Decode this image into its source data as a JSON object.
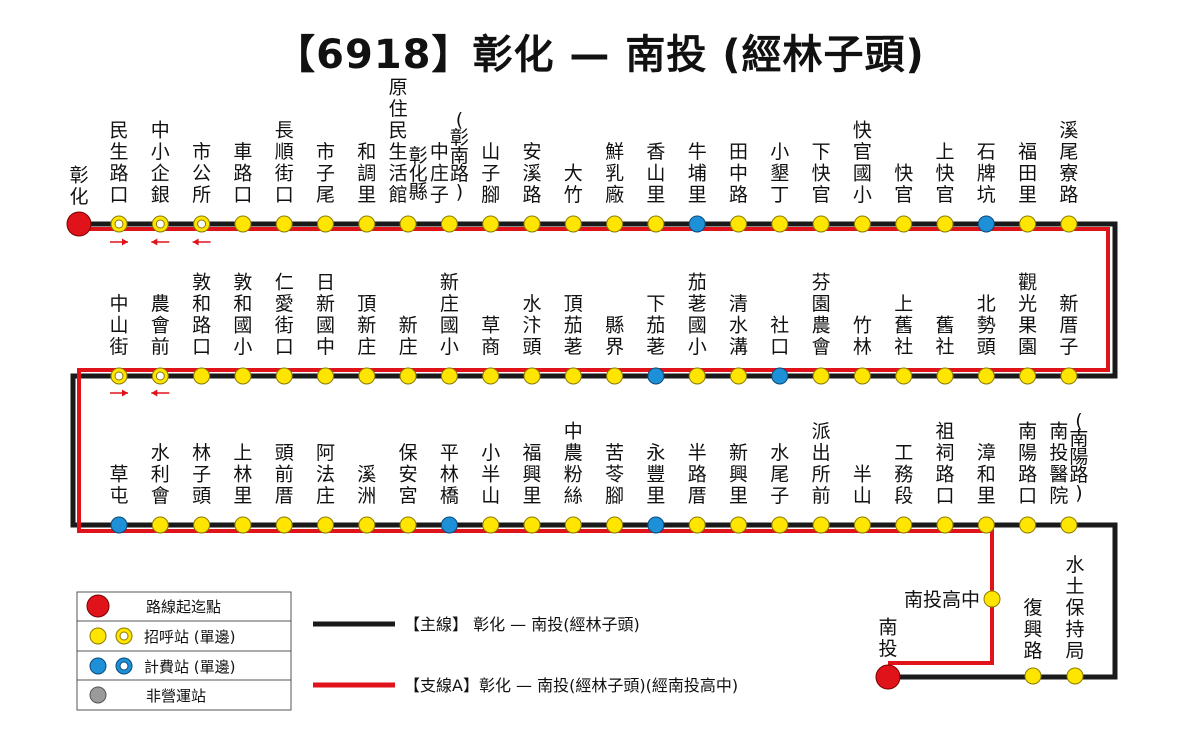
{
  "title": "【6918】彰化 — 南投 (經林子頭)",
  "colors": {
    "main_line": "#1a1a1a",
    "branch_line": "#e0131b",
    "terminal": "#e0131b",
    "flag_stop": "#ffe500",
    "fare_stop": "#1e90d8",
    "non_operating": "#9a9a9a",
    "arrow": "#e0131b"
  },
  "rows": [
    {
      "stops": [
        {
          "name": "民生路口",
          "type": "flag-ring"
        },
        {
          "name": "中小企銀",
          "type": "flag-ring"
        },
        {
          "name": "市公所",
          "type": "flag-ring"
        },
        {
          "name": "車路口",
          "type": "flag"
        },
        {
          "name": "長順街口",
          "type": "flag"
        },
        {
          "name": "市子尾",
          "type": "flag"
        },
        {
          "name": "和調里",
          "type": "flag"
        },
        {
          "name": "原住民生活館",
          "type": "flag",
          "sub": "彰化縣"
        },
        {
          "name": "中庄子",
          "type": "flag",
          "sub": "(彰南路)"
        },
        {
          "name": "山子腳",
          "type": "flag"
        },
        {
          "name": "安溪路",
          "type": "flag"
        },
        {
          "name": "大竹",
          "type": "flag"
        },
        {
          "name": "鮮乳廠",
          "type": "flag"
        },
        {
          "name": "香山里",
          "type": "flag"
        },
        {
          "name": "牛埔里",
          "type": "fare"
        },
        {
          "name": "田中路",
          "type": "flag"
        },
        {
          "name": "小墾丁",
          "type": "flag"
        },
        {
          "name": "下快官",
          "type": "flag"
        },
        {
          "name": "快官國小",
          "type": "flag"
        },
        {
          "name": "快官",
          "type": "flag"
        },
        {
          "name": "上快官",
          "type": "flag"
        },
        {
          "name": "石牌坑",
          "type": "fare"
        },
        {
          "name": "福田里",
          "type": "flag"
        },
        {
          "name": "溪尾寮路",
          "type": "flag"
        }
      ]
    },
    {
      "stops": [
        {
          "name": "中山街",
          "type": "flag-ring"
        },
        {
          "name": "農會前",
          "type": "flag-ring"
        },
        {
          "name": "敦和路口",
          "type": "flag"
        },
        {
          "name": "敦和國小",
          "type": "flag"
        },
        {
          "name": "仁愛街口",
          "type": "flag"
        },
        {
          "name": "日新國中",
          "type": "flag"
        },
        {
          "name": "頂新庄",
          "type": "flag"
        },
        {
          "name": "新庄",
          "type": "flag"
        },
        {
          "name": "新庄國小",
          "type": "flag"
        },
        {
          "name": "草商",
          "type": "flag"
        },
        {
          "name": "水汴頭",
          "type": "flag"
        },
        {
          "name": "頂茄荖",
          "type": "flag"
        },
        {
          "name": "縣界",
          "type": "flag"
        },
        {
          "name": "下茄荖",
          "type": "fare"
        },
        {
          "name": "茄荖國小",
          "type": "flag"
        },
        {
          "name": "清水溝",
          "type": "flag"
        },
        {
          "name": "社口",
          "type": "fare"
        },
        {
          "name": "芬園農會",
          "type": "flag"
        },
        {
          "name": "竹林",
          "type": "flag"
        },
        {
          "name": "上舊社",
          "type": "flag"
        },
        {
          "name": "舊社",
          "type": "flag"
        },
        {
          "name": "北勢頭",
          "type": "flag"
        },
        {
          "name": "觀光果園",
          "type": "flag"
        },
        {
          "name": "新厝子",
          "type": "flag"
        }
      ]
    },
    {
      "stops": [
        {
          "name": "草屯",
          "type": "fare"
        },
        {
          "name": "水利會",
          "type": "flag"
        },
        {
          "name": "林子頭",
          "type": "flag"
        },
        {
          "name": "上林里",
          "type": "flag"
        },
        {
          "name": "頭前厝",
          "type": "flag"
        },
        {
          "name": "阿法庄",
          "type": "flag"
        },
        {
          "name": "溪洲",
          "type": "flag"
        },
        {
          "name": "保安宮",
          "type": "flag"
        },
        {
          "name": "平林橋",
          "type": "fare"
        },
        {
          "name": "小半山",
          "type": "flag"
        },
        {
          "name": "福興里",
          "type": "flag"
        },
        {
          "name": "中農粉絲",
          "type": "flag"
        },
        {
          "name": "苦苓腳",
          "type": "flag"
        },
        {
          "name": "永豐里",
          "type": "fare"
        },
        {
          "name": "半路厝",
          "type": "flag"
        },
        {
          "name": "新興里",
          "type": "flag"
        },
        {
          "name": "水尾子",
          "type": "flag"
        },
        {
          "name": "派出所前",
          "type": "flag"
        },
        {
          "name": "半山",
          "type": "flag"
        },
        {
          "name": "工務段",
          "type": "flag"
        },
        {
          "name": "祖祠路口",
          "type": "flag"
        },
        {
          "name": "漳和里",
          "type": "flag"
        },
        {
          "name": "南陽路口",
          "type": "flag"
        },
        {
          "name": "南投醫院",
          "type": "flag",
          "sub": "(南陽路)"
        }
      ]
    }
  ],
  "start_terminal": "彰化",
  "end_terminal": "南投",
  "branch_stop": "南投高中",
  "tail_stops": [
    "復興路",
    "水土保持局"
  ],
  "legend": {
    "items": [
      {
        "label": "路線起迄點",
        "symbol": "terminal"
      },
      {
        "label": "招呼站 (單邊)",
        "symbol": "flag"
      },
      {
        "label": "計費站 (單邊)",
        "symbol": "fare"
      },
      {
        "label": "非營運站",
        "symbol": "non-operating"
      }
    ]
  },
  "lines": {
    "main": "【主線】 彰化 — 南投(經林子頭)",
    "branch": "【支線A】彰化 — 南投(經林子頭)(經南投高中)"
  }
}
